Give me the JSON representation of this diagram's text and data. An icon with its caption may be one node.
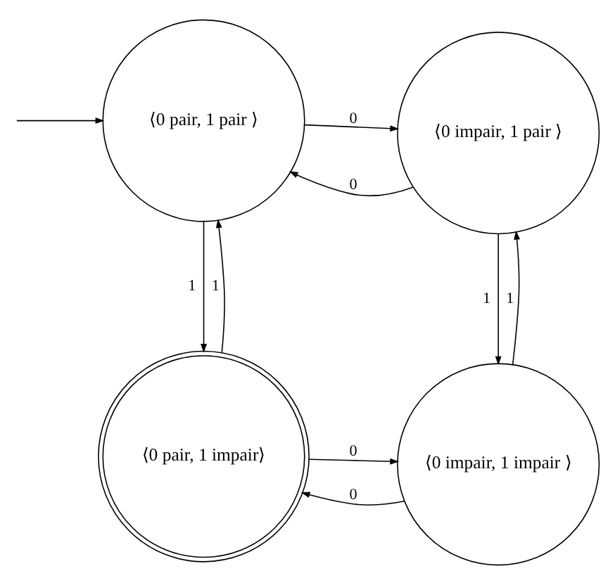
{
  "diagram": {
    "nodes": [
      {
        "text": [
          "⟨0 pair, 1 pair ⟩"
        ]
      },
      {
        "text": [
          "⟨0 impair, 1 pair ⟩"
        ]
      },
      {
        "text": [
          "⟨0 pair, 1 impair⟩"
        ]
      },
      {
        "text": [
          "⟨0 impair, 1 impair ⟩"
        ]
      }
    ],
    "edges": [
      {
        "from": null,
        "to": 0,
        "arrow": "to"
      },
      {
        "from": 1,
        "to": 0,
        "label": "0",
        "arrow": "to"
      },
      {
        "from": 0,
        "to": 1,
        "label": "0",
        "arrow": "to"
      },
      {
        "from": 0,
        "to": 2,
        "label": "1",
        "arrow": "to"
      },
      {
        "from": 2,
        "to": 0,
        "label": "1",
        "arrow": "to"
      },
      {
        "from": 1,
        "to": 3,
        "label": "1",
        "arrow": "to"
      },
      {
        "from": 3,
        "to": 1,
        "label": "1",
        "arrow": "to"
      },
      {
        "from": 3,
        "to": 2,
        "label": "0",
        "arrow": "to"
      },
      {
        "from": 2,
        "to": 3,
        "label": "0",
        "arrow": "to"
      }
    ]
  }
}
